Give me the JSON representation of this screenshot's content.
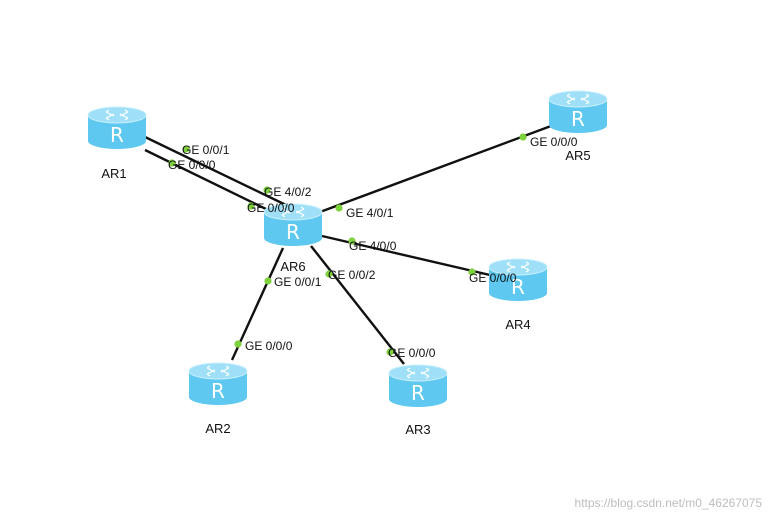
{
  "routers": [
    {
      "id": "AR1",
      "label": "AR1",
      "icon": "router-icon",
      "letter": "R"
    },
    {
      "id": "AR5",
      "label": "AR5",
      "icon": "router-icon",
      "letter": "R"
    },
    {
      "id": "AR6",
      "label": "AR6",
      "icon": "router-icon",
      "letter": "R"
    },
    {
      "id": "AR4",
      "label": "AR4",
      "icon": "router-icon",
      "letter": "R"
    },
    {
      "id": "AR2",
      "label": "AR2",
      "icon": "router-icon",
      "letter": "R"
    },
    {
      "id": "AR3",
      "label": "AR3",
      "icon": "router-icon",
      "letter": "R"
    }
  ],
  "links": [
    {
      "from": "AR1",
      "from_port": "GE 0/0/1",
      "to": "AR6",
      "to_port": "GE 4/0/2"
    },
    {
      "from": "AR1",
      "from_port": "GE 0/0/0",
      "to": "AR6",
      "to_port": "GE 0/0/0"
    },
    {
      "from": "AR5",
      "from_port": "GE 0/0/0",
      "to": "AR6",
      "to_port": "GE 4/0/1"
    },
    {
      "from": "AR4",
      "from_port": "GE 0/0/0",
      "to": "AR6",
      "to_port": "GE 4/0/0"
    },
    {
      "from": "AR2",
      "from_port": "GE 0/0/0",
      "to": "AR6",
      "to_port": "GE 0/0/1"
    },
    {
      "from": "AR3",
      "from_port": "GE 0/0/0",
      "to": "AR6",
      "to_port": "GE 0/0/2"
    }
  ],
  "colors": {
    "router_body": "#5ec8f0",
    "router_top": "#9fe0f8",
    "link": "#111111",
    "port_dot": "#7ed23c"
  },
  "watermark": "https://blog.csdn.net/m0_46267075"
}
